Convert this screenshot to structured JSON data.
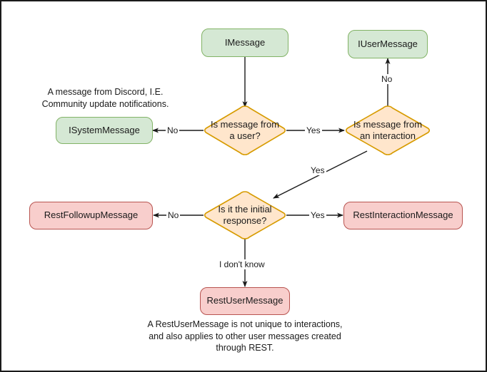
{
  "diagram": {
    "title": "Discord message type decision flowchart",
    "colors": {
      "green_fill": "#d5e8d4",
      "green_border": "#82b366",
      "orange_fill": "#ffe6cc",
      "orange_border": "#d79b00",
      "pink_fill": "#f8cecc",
      "pink_border": "#b85450",
      "edge": "#1a1a1a",
      "frame": "#1a1a1a",
      "background": "#ffffff"
    },
    "nodes": {
      "imessage": "IMessage",
      "iusermessage": "IUserMessage",
      "isystemmessage": "ISystemMessage",
      "decision_from_user": "Is message from\na user?",
      "decision_from_interaction": "Is message from\nan interaction",
      "decision_initial_response": "Is it the initial\nresponse?",
      "restfollowupmessage": "RestFollowupMessage",
      "restinteractionmessage": "RestInteractionMessage",
      "restusermessage": "RestUserMessage"
    },
    "edge_labels": {
      "user_no": "No",
      "user_yes": "Yes",
      "interaction_no": "No",
      "interaction_yes": "Yes",
      "initial_no": "No",
      "initial_yes": "Yes",
      "initial_unknown": "I don't know"
    },
    "annotations": {
      "system_message_note": "A message from Discord, I.E.\nCommunity update notifications.",
      "rest_user_message_note": "A RestUserMessage is not unique to interactions,\nand also applies to other user messages created\nthrough REST."
    }
  }
}
